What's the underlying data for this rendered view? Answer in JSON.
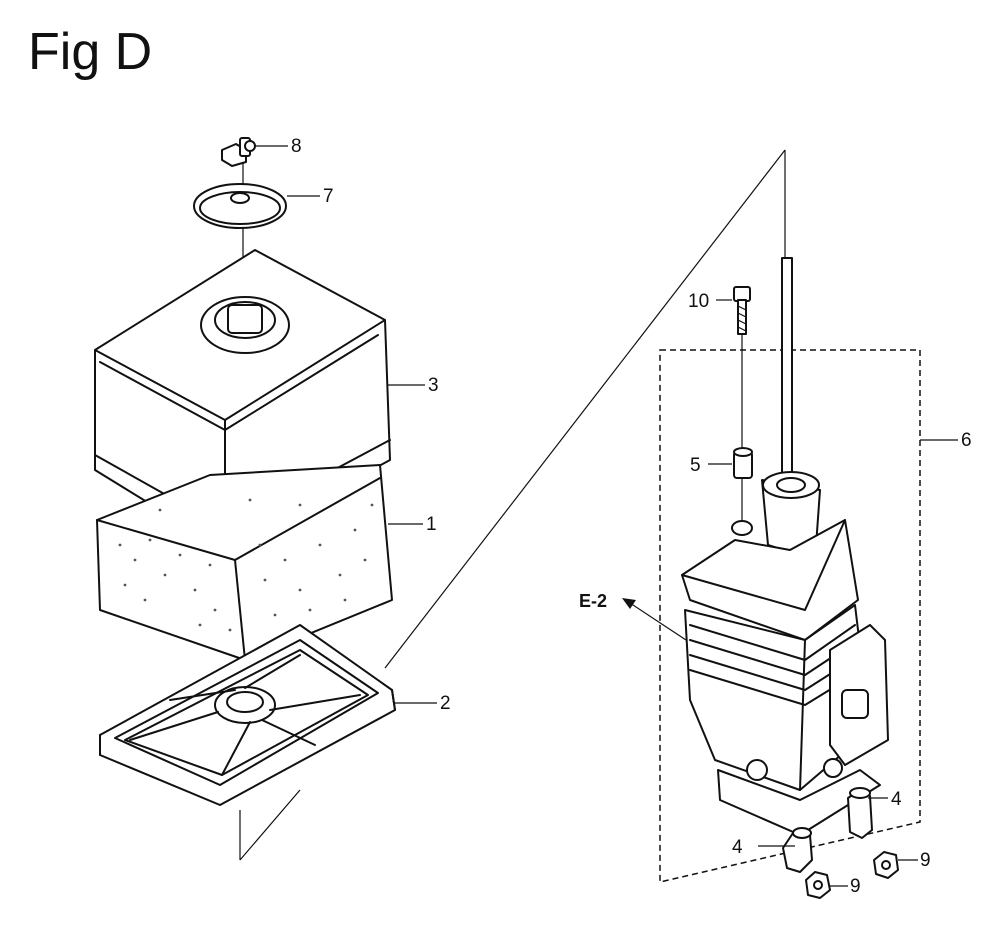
{
  "figure": {
    "title": "Fig D"
  },
  "callouts": [
    {
      "id": "p8",
      "label": "8"
    },
    {
      "id": "p7",
      "label": "7"
    },
    {
      "id": "p3",
      "label": "3"
    },
    {
      "id": "p1",
      "label": "1"
    },
    {
      "id": "p2",
      "label": "2"
    },
    {
      "id": "p10",
      "label": "10"
    },
    {
      "id": "p5",
      "label": "5"
    },
    {
      "id": "p6",
      "label": "6"
    },
    {
      "id": "p4a",
      "label": "4"
    },
    {
      "id": "p4b",
      "label": "4"
    },
    {
      "id": "p9a",
      "label": "9"
    },
    {
      "id": "p9b",
      "label": "9"
    }
  ],
  "reference": {
    "label": "E-2"
  }
}
